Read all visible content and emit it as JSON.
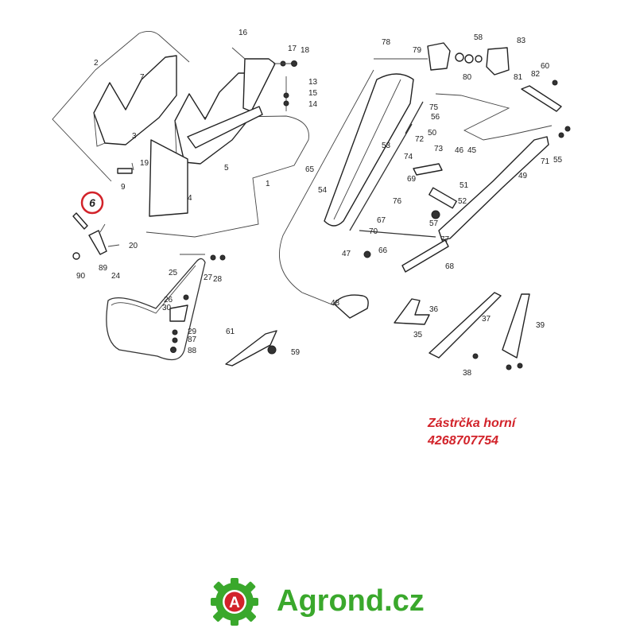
{
  "diagram": {
    "highlight_label": "6",
    "labels": [
      "2",
      "7",
      "16",
      "17",
      "18",
      "13",
      "15",
      "14",
      "5",
      "1",
      "19",
      "9",
      "4",
      "3",
      "20",
      "89",
      "90",
      "25",
      "27",
      "28",
      "24",
      "26",
      "30",
      "29",
      "87",
      "88",
      "61",
      "59",
      "78",
      "79",
      "58",
      "80",
      "83",
      "60",
      "82",
      "81",
      "55",
      "71",
      "75",
      "56",
      "50",
      "73",
      "53",
      "72",
      "74",
      "46",
      "45",
      "49",
      "65",
      "54",
      "67",
      "69",
      "51",
      "76",
      "52",
      "70",
      "57",
      "77",
      "66",
      "47",
      "68",
      "48",
      "36",
      "35",
      "37",
      "39",
      "38"
    ]
  },
  "caption": {
    "name": "Zástrčka horní",
    "code": "4268707754"
  },
  "brand": {
    "text": "Agrond.cz",
    "logo_letter": "A",
    "colors": {
      "green": "#3aa82c",
      "red": "#d2232a"
    }
  }
}
